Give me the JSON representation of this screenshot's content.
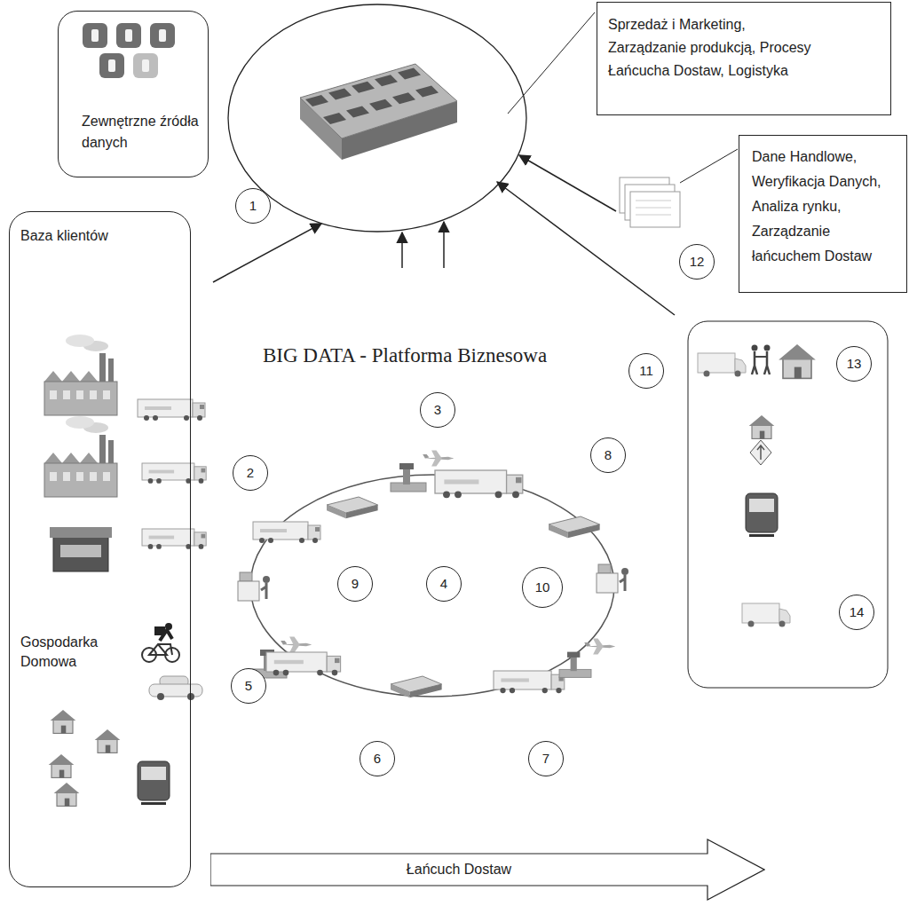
{
  "diagram": {
    "nodes": [
      {
        "text": [
          "Zewnętrzne źródła danych"
        ]
      },
      {
        "text": [
          "Sprzedaż i Marketing, Zarządzanie produkcją, Procesy Łańcucha Dostaw, Logistyka"
        ]
      },
      {
        "text": [
          "Dane Handlowe, Weryfikacja Danych, Analiza rynku, Zarządzanie łańcuchem Dostaw"
        ]
      },
      {
        "text": [
          "Baza klientów",
          "Gospodarka Domowa"
        ]
      },
      {
        "text": [
          "Łańcuch Dostaw"
        ]
      },
      {
        "text": [
          "1"
        ]
      },
      {
        "text": [
          "2"
        ]
      },
      {
        "text": [
          "3"
        ]
      },
      {
        "text": [
          "4"
        ]
      },
      {
        "text": [
          "5"
        ]
      },
      {
        "text": [
          "6"
        ]
      },
      {
        "text": [
          "7"
        ]
      },
      {
        "text": [
          "8"
        ]
      },
      {
        "text": [
          "9"
        ]
      },
      {
        "text": [
          "10"
        ]
      },
      {
        "text": [
          "11"
        ]
      },
      {
        "text": [
          "12"
        ]
      },
      {
        "text": [
          "13"
        ]
      },
      {
        "text": [
          "14"
        ]
      }
    ],
    "labels": [
      "BIG DATA - Platforma Biznesowa"
    ]
  }
}
